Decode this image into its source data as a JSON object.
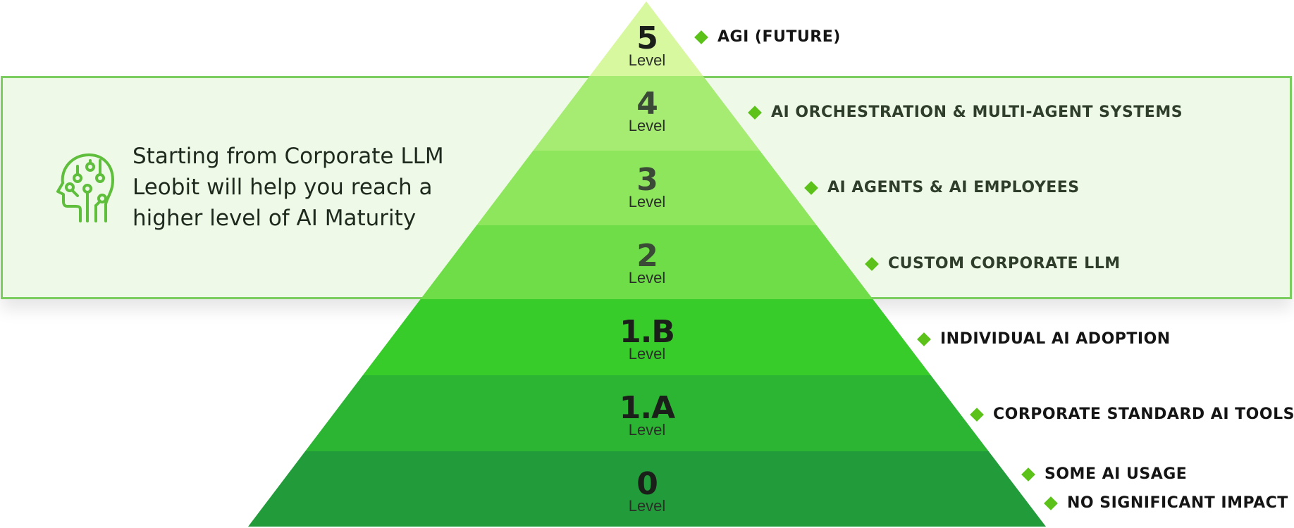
{
  "levels": [
    {
      "num": "5",
      "word": "Level"
    },
    {
      "num": "4",
      "word": "Level"
    },
    {
      "num": "3",
      "word": "Level"
    },
    {
      "num": "2",
      "word": "Level"
    },
    {
      "num": "1.B",
      "word": "Level"
    },
    {
      "num": "1.A",
      "word": "Level"
    },
    {
      "num": "0",
      "word": "Level"
    }
  ],
  "items": [
    "AGI (FUTURE)",
    "AI ORCHESTRATION & MULTI-AGENT SYSTEMS",
    "AI AGENTS & AI EMPLOYEES",
    "CUSTOM CORPORATE LLM",
    "INDIVIDUAL AI ADOPTION",
    "CORPORATE STANDARD AI TOOLS",
    "SOME AI USAGE",
    "NO SIGNIFICANT IMPACT"
  ],
  "callout": {
    "line1": "Starting from Corporate LLM",
    "line2": "Leobit will help you reach a",
    "line3": "higher level of AI Maturity",
    "icon": "head-circuit-icon"
  },
  "colors": {
    "accent": "#5cc21a",
    "callout_border": "#7ccd5f",
    "callout_fill": "#eef9e7",
    "tiers": [
      "#d8f8a0",
      "#a6ec72",
      "#8ee65d",
      "#6fdd48",
      "#38cc2a",
      "#2bb533",
      "#229c3a"
    ]
  }
}
